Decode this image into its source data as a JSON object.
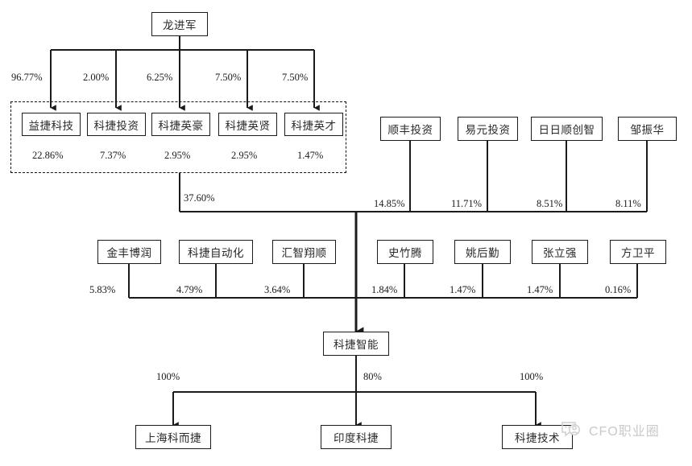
{
  "diagram": {
    "type": "ownership-structure-chart",
    "title_text": "",
    "controller": {
      "label": "龙进军"
    },
    "core_company": {
      "label": "科捷智能"
    },
    "group_box": {
      "label": ""
    },
    "tier1_entities": [
      {
        "label": "益捷科技",
        "from_controller": "96.77%",
        "to_core": "22.86%"
      },
      {
        "label": "科捷投资",
        "from_controller": "2.00%",
        "to_core": "7.37%"
      },
      {
        "label": "科捷英豪",
        "from_controller": "6.25%",
        "to_core": "2.95%"
      },
      {
        "label": "科捷英贤",
        "from_controller": "7.50%",
        "to_core": "2.95%"
      },
      {
        "label": "科捷英才",
        "from_controller": "7.50%",
        "to_core": "1.47%"
      }
    ],
    "group_total_pct": "37.60%",
    "tier2_entities": [
      {
        "label": "顺丰投资",
        "to_core": "14.85%"
      },
      {
        "label": "易元投资",
        "to_core": "11.71%"
      },
      {
        "label": "日日顺创智",
        "to_core": "8.51%"
      },
      {
        "label": "邹振华",
        "to_core": "8.11%"
      }
    ],
    "tier3_left_entities": [
      {
        "label": "金丰博润",
        "to_core": "5.83%"
      },
      {
        "label": "科捷自动化",
        "to_core": "4.79%"
      },
      {
        "label": "汇智翔顺",
        "to_core": "3.64%"
      }
    ],
    "tier3_right_entities": [
      {
        "label": "史竹腾",
        "to_core": "1.84%"
      },
      {
        "label": "姚后勤",
        "to_core": "1.47%"
      },
      {
        "label": "张立强",
        "to_core": "1.47%"
      },
      {
        "label": "方卫平",
        "to_core": "0.16%"
      }
    ],
    "subsidiaries": [
      {
        "label": "上海科而捷",
        "pct": "100%"
      },
      {
        "label": "印度科捷",
        "pct": "80%"
      },
      {
        "label": "科捷技术",
        "pct": "100%"
      }
    ]
  },
  "watermark": {
    "text": "CFO职业圈",
    "icon": "speech-bubble-person-icon"
  },
  "colors": {
    "line": "#1b1b1b",
    "box_border": "#1b1b1b",
    "text": "#2a2a2a",
    "watermark": "#c9c9c9"
  }
}
